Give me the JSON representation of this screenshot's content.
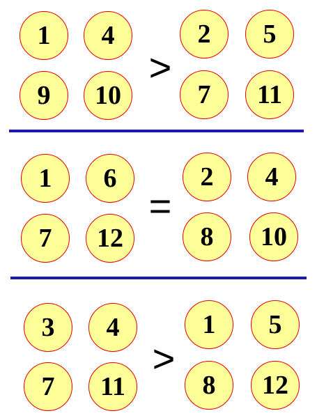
{
  "rows": [
    {
      "left": [
        "1",
        "4",
        "9",
        "10"
      ],
      "operator": ">",
      "right": [
        "2",
        "5",
        "7",
        "11"
      ]
    },
    {
      "left": [
        "1",
        "6",
        "7",
        "12"
      ],
      "operator": "=",
      "right": [
        "2",
        "4",
        "8",
        "10"
      ]
    },
    {
      "left": [
        "3",
        "4",
        "7",
        "11"
      ],
      "operator": ">",
      "right": [
        "1",
        "5",
        "8",
        "12"
      ]
    }
  ],
  "colors": {
    "ball_fill": "#ffff99",
    "ball_border": "#e60000",
    "divider": "#1a1ab3",
    "text": "#000000"
  }
}
